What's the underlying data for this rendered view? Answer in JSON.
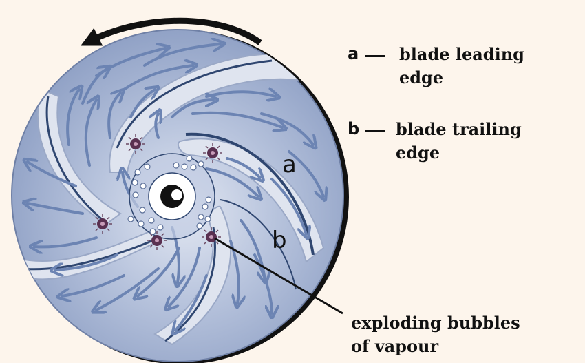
{
  "legend": {
    "a_key": "a",
    "a_line1": "blade leading",
    "a_line2": "edge",
    "b_key": "b",
    "b_line1": "blade trailing",
    "b_line2": "edge"
  },
  "labels": {
    "a": "a",
    "b": "b"
  },
  "callout": {
    "line1": "exploding bubbles",
    "line2": "of vapour"
  },
  "colors": {
    "background": "#fdf5ec",
    "disc": "#8e9fc4",
    "disc_light": "#c9d3e6",
    "blade": "#dfe4ef",
    "blade_edge": "#2f4670",
    "flow_arrow": "#6c84b3",
    "rim": "#111111"
  }
}
